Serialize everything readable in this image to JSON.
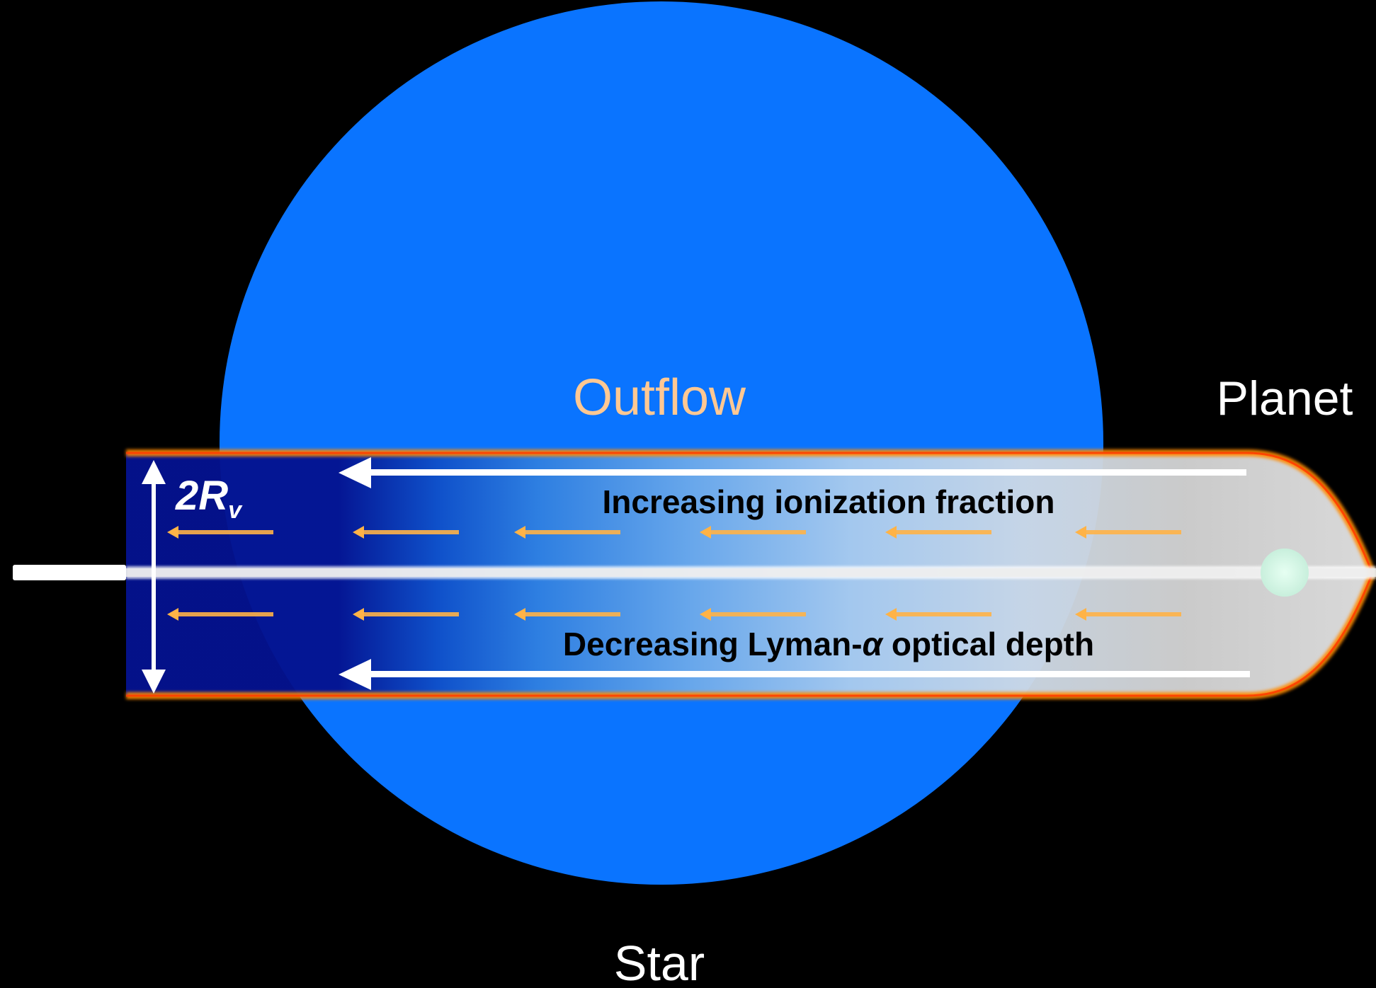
{
  "labels": {
    "outflow": "Outflow",
    "planet": "Planet",
    "star": "Star",
    "width_prefix": "2",
    "width_symbol": "R",
    "width_subscript": "v",
    "ionization": "Increasing ionization fraction",
    "optical_depth_prefix": "Decreasing Lyman-",
    "optical_depth_alpha": "α",
    "optical_depth_suffix": " optical depth"
  },
  "colors": {
    "background": "#000000",
    "star": "#0a74ff",
    "outflow_dark": "#04128f",
    "outflow_light": "#d6d6d6",
    "outflow_edge": "#ff8a00",
    "flow_arrows": "#ffb347",
    "planet": "#d7f5e6",
    "label_outflow": "#ffc893",
    "label_white": "#ffffff"
  },
  "icons": {
    "flow_arrow": "left-arrow",
    "width_marker": "double-headed-arrow"
  }
}
